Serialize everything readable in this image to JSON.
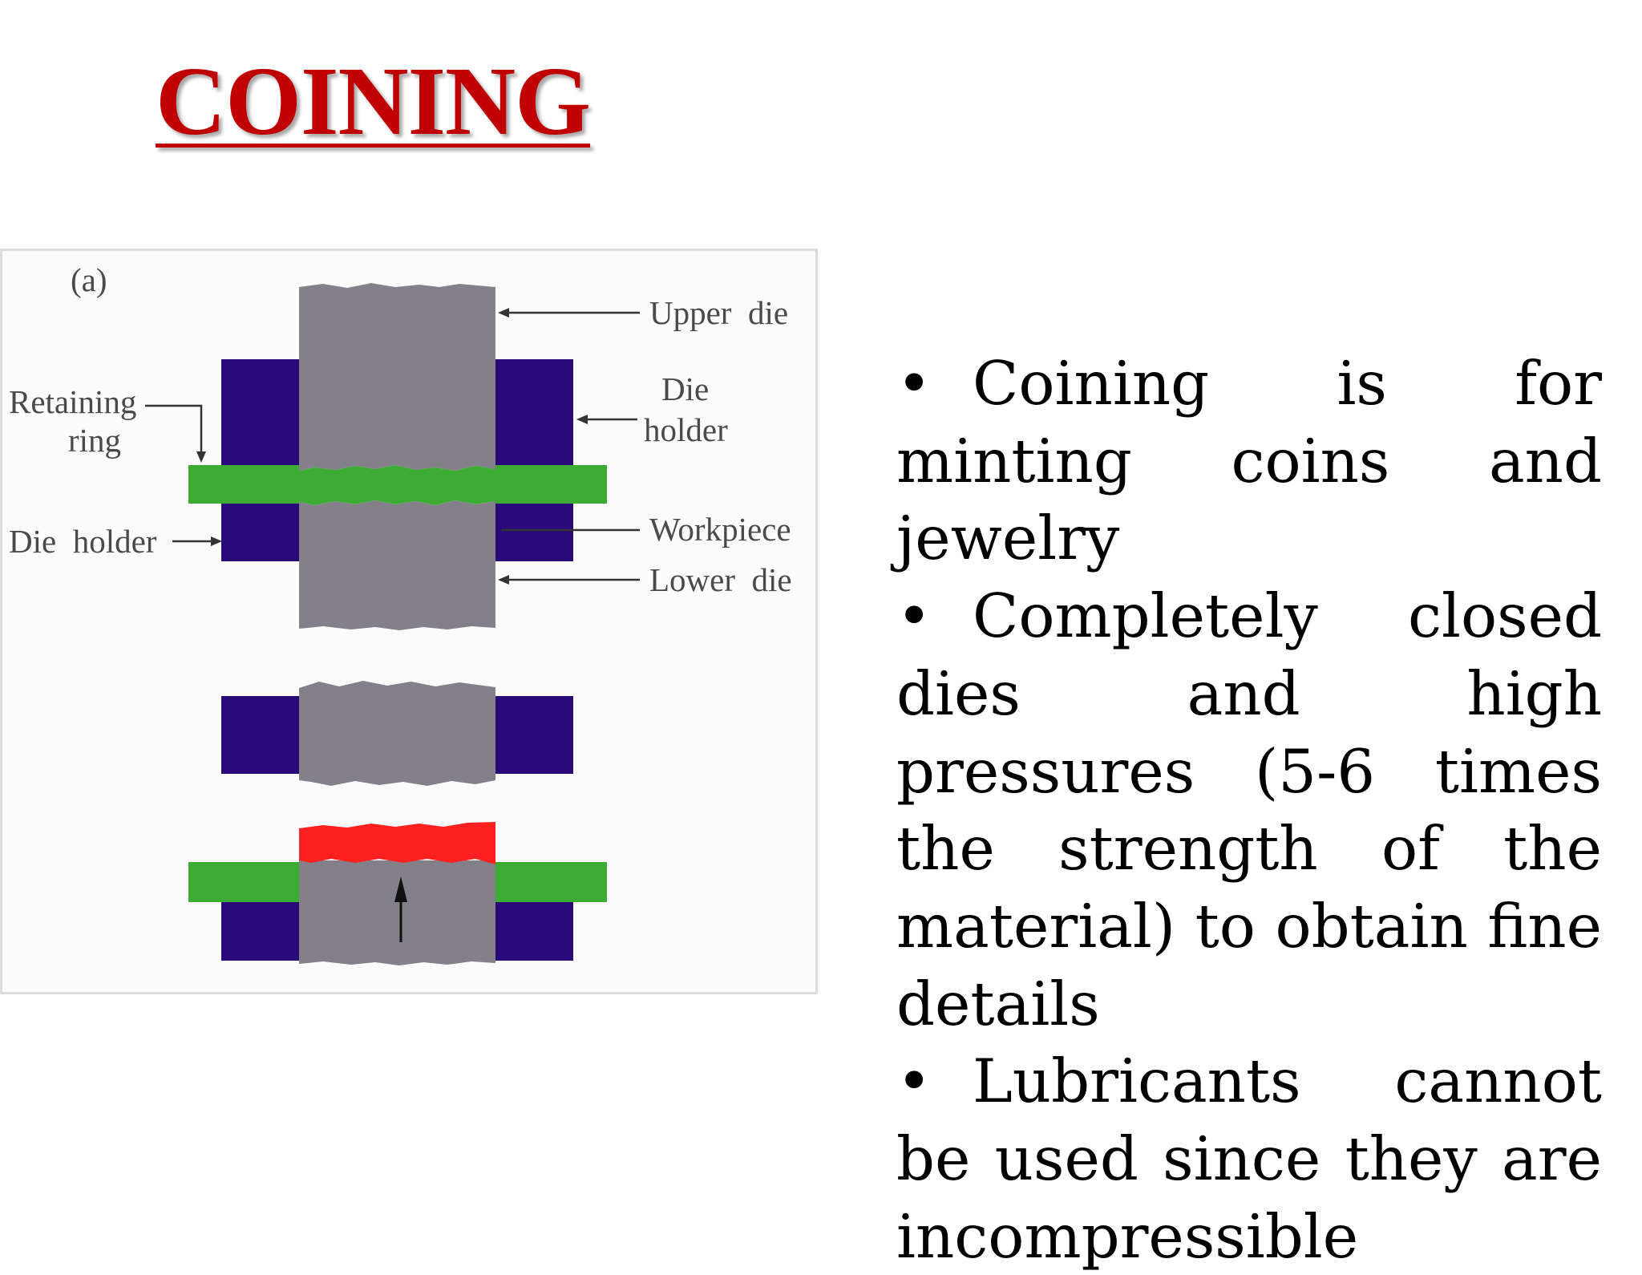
{
  "slide": {
    "title": "COINING",
    "bullets": [
      "Coining is for minting coins and jewelry",
      "Completely closed dies and high pressures (5-6 times the strength of the material) to obtain fine details",
      "Lubricants cannot be used since they are incompressible"
    ],
    "bullet_symbol": "•"
  },
  "diagram": {
    "panel_label": "(a)",
    "labels": {
      "upper_die": "Upper  die",
      "die_holder_right_line1": "Die",
      "die_holder_right_line2": "holder",
      "retaining_ring_line1": "Retaining",
      "retaining_ring_line2": "ring",
      "die_holder_left": "Die  holder",
      "workpiece": "Workpiece",
      "lower_die": "Lower  die"
    },
    "colors": {
      "die": "#838089",
      "holder": "#2a0a78",
      "ring": "#3cac34",
      "coined_workpiece": "#ff2020"
    }
  }
}
